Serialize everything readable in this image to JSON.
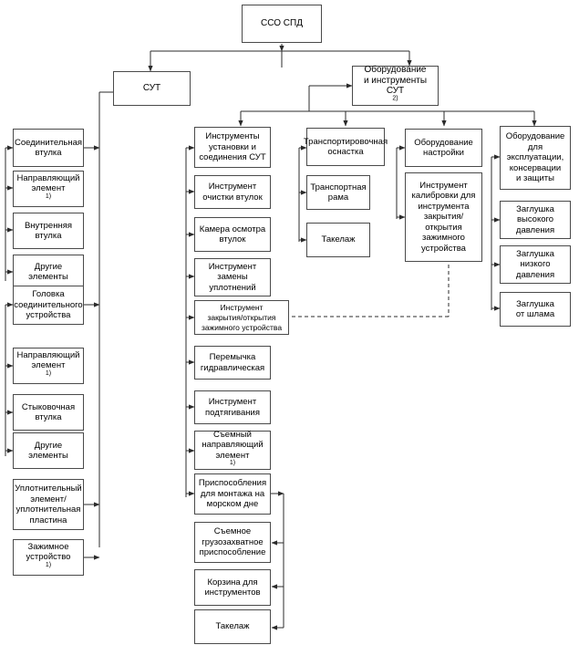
{
  "diagram": {
    "title": "ССО СПД",
    "type": "hierarchical-block-diagram",
    "language": "ru",
    "colors": {
      "box_border": "#4a4a4a",
      "box_fill": "#ffffff",
      "connector": "#2b2b2b",
      "background": "#ffffff"
    },
    "footnote_markers": [
      "1)",
      "2)"
    ]
  },
  "nodes": {
    "root": {
      "label": "ССО СПД"
    },
    "sut": {
      "label": "СУТ"
    },
    "equipment_tools_sut": {
      "label": "Оборудование\nи инструменты\nСУТ",
      "sup": "2)"
    },
    "col1": [
      {
        "label": "Соединительная\nвтулка",
        "sup": ""
      },
      {
        "label": "Направляющий\nэлемент",
        "sup": "1)"
      },
      {
        "label": "Внутренняя\nвтулка",
        "sup": ""
      },
      {
        "label": "Другие элементы",
        "sup": ""
      },
      {
        "label": "Головка\nсоединительного\nустройства",
        "sup": ""
      },
      {
        "label": "Направляющий\nэлемент",
        "sup": "1)"
      },
      {
        "label": "Стыковочная\nвтулка",
        "sup": ""
      },
      {
        "label": "Другие\nэлементы",
        "sup": ""
      },
      {
        "label": "Уплотнительный\nэлемент/\nуплотнительная\nпластина",
        "sup": ""
      },
      {
        "label": "Зажимное\nустройство",
        "sup": "1)"
      }
    ],
    "col2_header": {
      "label": "Инструменты\nустановки и\nсоединения СУТ",
      "sup": ""
    },
    "col2": [
      {
        "label": "Инструмент\nочистки втулок",
        "sup": ""
      },
      {
        "label": "Камера осмотра\nвтулок",
        "sup": ""
      },
      {
        "label": "Инструмент\nзамены\nуплотнений",
        "sup": ""
      },
      {
        "label": "Инструмент\nзакрытия/открытия\nзажимного устройства",
        "sup": ""
      },
      {
        "label": "Перемычка\nгидравлическая",
        "sup": ""
      },
      {
        "label": "Инструмент\nподтягивания",
        "sup": ""
      },
      {
        "label": "Съемный\nнаправляющий\nэлемент",
        "sup": "1)"
      },
      {
        "label": "Приспособления\nдля монтажа на\nморском дне",
        "sup": ""
      }
    ],
    "col2_sub": [
      {
        "label": "Съемное\nгрузозахватное\nприспособление",
        "sup": ""
      },
      {
        "label": "Корзина для\nинструментов",
        "sup": ""
      },
      {
        "label": "Такелаж",
        "sup": ""
      }
    ],
    "col3_header": {
      "label": "Транспортировочная\nоснастка",
      "sup": ""
    },
    "col3": [
      {
        "label": "Транспортная\nрама",
        "sup": ""
      },
      {
        "label": "Такелаж",
        "sup": ""
      }
    ],
    "col4_header": {
      "label": "Оборудование\nнастройки",
      "sup": ""
    },
    "col4": [
      {
        "label": "Инструмент\nкалибровки для\nинструмента\nзакрытия/\nоткрытия\nзажимного\nустройства",
        "sup": ""
      }
    ],
    "col5_header": {
      "label": "Оборудование\nдля\nэксплуатации,\nконсервации\nи защиты",
      "sup": ""
    },
    "col5": [
      {
        "label": "Заглушка\nвысокого\nдавления",
        "sup": ""
      },
      {
        "label": "Заглушка\nнизкого\nдавления",
        "sup": ""
      },
      {
        "label": "Заглушка\nот шлама",
        "sup": ""
      }
    ]
  }
}
